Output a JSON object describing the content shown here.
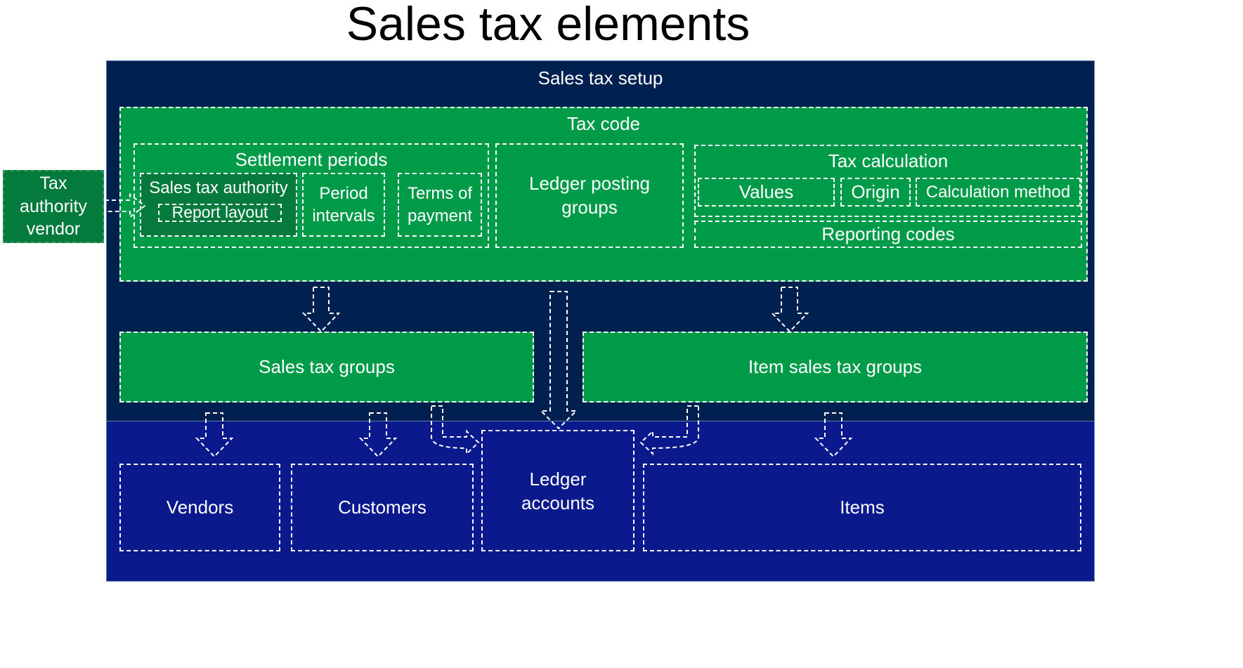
{
  "title": "Sales tax elements",
  "setup": {
    "label": "Sales tax setup"
  },
  "tax_code": {
    "label": "Tax code",
    "settlement": {
      "label": "Settlement periods",
      "authority": "Sales tax authority",
      "report_layout": "Report layout",
      "period_intervals": "Period intervals",
      "terms_of_payment": "Terms of payment"
    },
    "ledger_posting_groups": "Ledger posting groups",
    "tax_calculation": {
      "label": "Tax calculation",
      "values": "Values",
      "origin": "Origin",
      "calculation_method": "Calculation method",
      "reporting_codes": "Reporting codes"
    }
  },
  "vendor_box": "Tax authority vendor",
  "groups": {
    "sales_tax_groups": "Sales tax groups",
    "item_sales_tax_groups": "Item sales tax groups"
  },
  "entities": {
    "vendors": "Vendors",
    "customers": "Customers",
    "ledger_accounts": "Ledger accounts",
    "items": "Items"
  },
  "colors": {
    "setup_bg": "#002050",
    "entities_bg": "#0a1a8c",
    "green": "#009b48",
    "dark_green": "#047a3c"
  }
}
